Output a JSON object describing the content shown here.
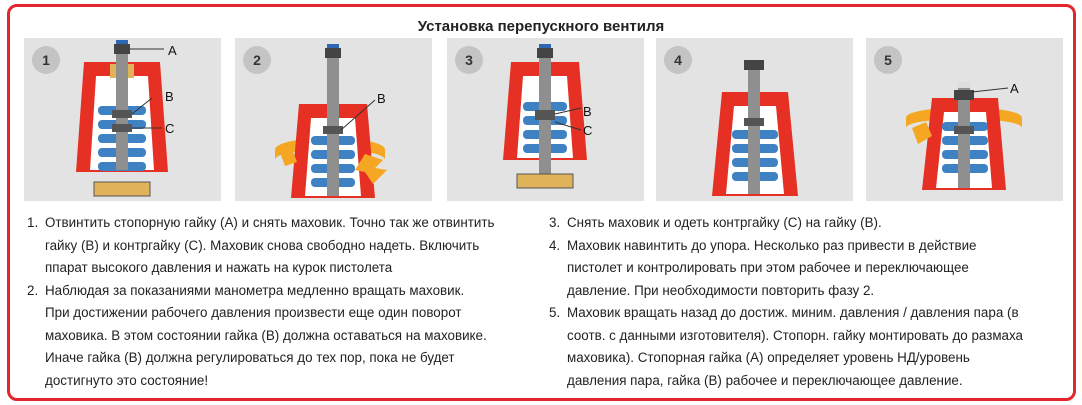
{
  "title": "Установка перепускного вентиля",
  "steps": [
    {
      "number": "1",
      "labels": [
        "A",
        "B",
        "C"
      ]
    },
    {
      "number": "2",
      "labels": [
        "B"
      ]
    },
    {
      "number": "3",
      "labels": [
        "B",
        "C"
      ]
    },
    {
      "number": "4",
      "labels": []
    },
    {
      "number": "5",
      "labels": [
        "A"
      ]
    }
  ],
  "instructions_left": [
    {
      "n": "1.",
      "lines": [
        "Отвинтить стопорную гайку (A) и снять маховик. Точно так же отвинтить",
        "гайку (B) и контргайку (C). Маховик снова свободно надеть. Включить",
        "ппарат высокого давления и нажать на курок пистолета"
      ]
    },
    {
      "n": "2.",
      "lines": [
        "Наблюдая за показаниями манометра медленно вращать маховик.",
        "При достижении рабочего давления произвести еще один поворот",
        "маховика. В этом состоянии гайка (B) должна оставаться на маховике.",
        "Иначе гайка (B) должна регулироваться до тех пор, пока не будет",
        "достигнуто это состояние!"
      ]
    }
  ],
  "instructions_right": [
    {
      "n": "3.",
      "lines": [
        "Снять маховик и одеть контргайку (C) на гайку (B)."
      ]
    },
    {
      "n": "4.",
      "lines": [
        "Маховик навинтить до упора. Несколько раз привести в действие",
        "пистолет и контролировать при этом рабочее и переключающее",
        "давление. При необходимости повторить фазу 2."
      ]
    },
    {
      "n": "5.",
      "lines": [
        "Маховик вращать назад до достиж. миним. давления / давления пара (в",
        "соотв. с данными изготовителя). Стопорн. гайку монтировать до размаха",
        "маховика). Стопорная гайка (A) определяет уровень НД/уровень",
        "давления пара, гайка (B) рабочее и переключающее давление."
      ]
    }
  ],
  "colors": {
    "frame": "#e3262b",
    "body_red": "#e53023",
    "body_orange": "#f5a623",
    "spring": "#3f82c4",
    "brass": "#e0b35a",
    "panel_bg": "#e3e3e3"
  }
}
